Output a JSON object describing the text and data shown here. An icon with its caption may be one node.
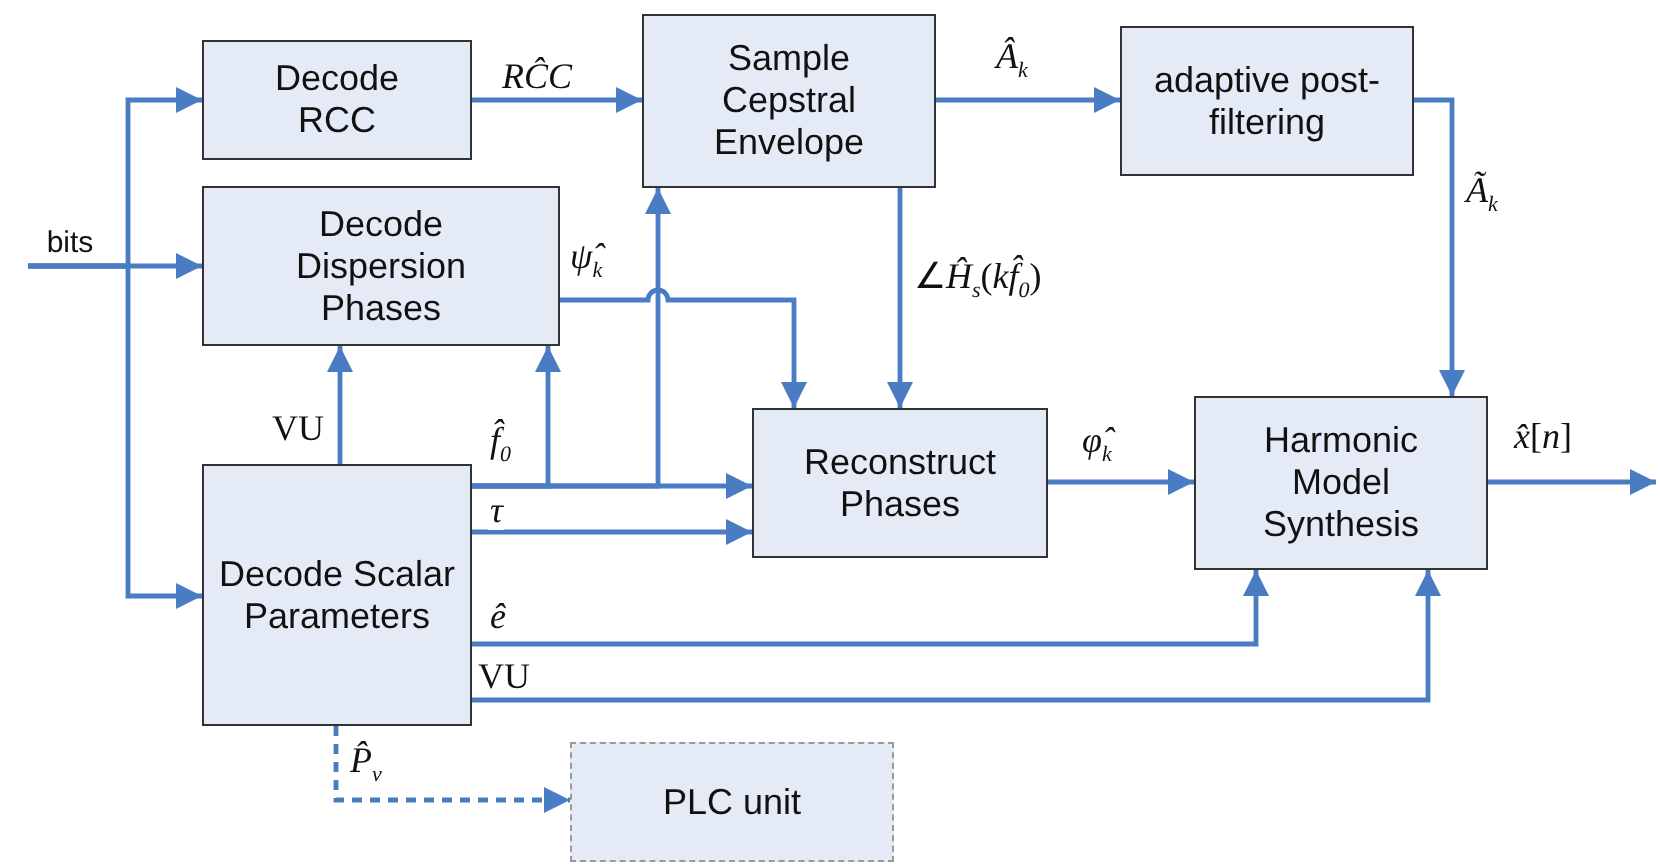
{
  "diagram": {
    "nodes": [
      {
        "text": [
          "Decode RCC"
        ]
      },
      {
        "text": [
          "Sample Cepstral Envelope"
        ]
      },
      {
        "text": [
          "adaptive post-filtering"
        ]
      },
      {
        "text": [
          "bits"
        ]
      },
      {
        "text": [
          "Decode Dispersion Phases"
        ]
      },
      {
        "text": [
          "Reconstruct Phases"
        ]
      },
      {
        "text": [
          "Harmonic Model Synthesis"
        ]
      },
      {
        "text": [
          "Decode Scalar Parameters"
        ]
      },
      {
        "text": [
          "PLC unit"
        ]
      }
    ],
    "edges": [
      {
        "from": 3,
        "to": 0,
        "arrow": "to"
      },
      {
        "from": 3,
        "to": 4,
        "arrow": "to"
      },
      {
        "from": 3,
        "to": 7,
        "arrow": "to"
      },
      {
        "from": 0,
        "to": 1,
        "arrow": "to",
        "label": "*RĈC*"
      },
      {
        "from": 1,
        "to": 2,
        "arrow": "to",
        "label": "*Â*$_{k}$"
      },
      {
        "from": 2,
        "to": 6,
        "arrow": "to",
        "label": "*Ã*$_{k}$"
      },
      {
        "from": 4,
        "to": 5,
        "arrow": "to",
        "label": "*ψ̂*$_{k}$"
      },
      {
        "from": 1,
        "to": 5,
        "arrow": "to",
        "label": "∠*Ĥ*$_{s}$(*kf̂*$_{0}$)"
      },
      {
        "from": 7,
        "to": 4,
        "arrow": "to",
        "label": "VU"
      },
      {
        "from": 7,
        "to": 4,
        "arrow": "to"
      },
      {
        "from": 7,
        "to": 1,
        "arrow": "to"
      },
      {
        "from": 7,
        "to": 5,
        "arrow": "to",
        "label": "*f̂*$_{0}$"
      },
      {
        "from": 7,
        "to": 5,
        "arrow": "to",
        "label": "*τ*"
      },
      {
        "from": 7,
        "to": 6,
        "arrow": "to",
        "label": "*ê*"
      },
      {
        "from": 7,
        "to": 6,
        "arrow": "to",
        "label": "VU"
      },
      {
        "from": 7,
        "to": 8,
        "arrow": "to",
        "label": "*P̂*$_{v}$",
        "style": "dashed"
      },
      {
        "from": 5,
        "to": 6,
        "arrow": "to",
        "label": "*φ̂*$_{k}$"
      },
      {
        "from": 6,
        "to": null,
        "arrow": "to",
        "label": "*x̂*[*n*]"
      }
    ]
  }
}
